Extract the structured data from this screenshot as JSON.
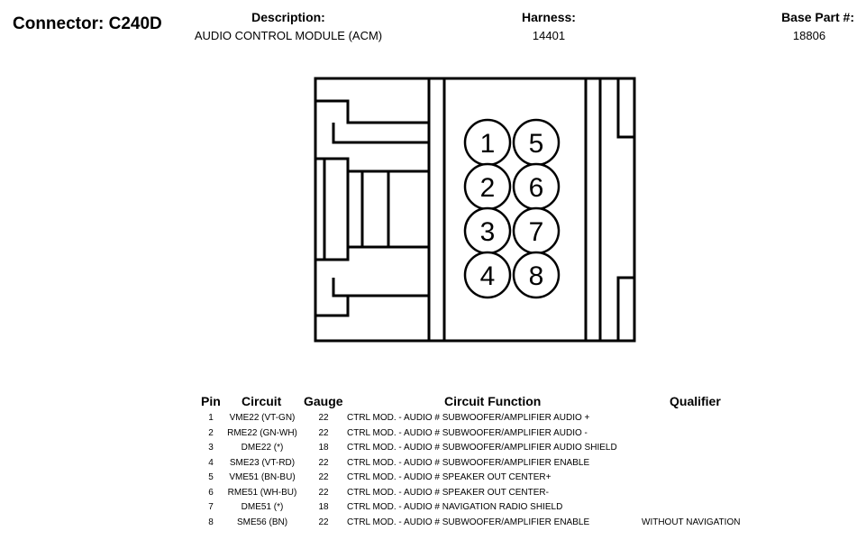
{
  "header": {
    "connector_label": "Connector: C240D",
    "description_label": "Description:",
    "description_value": "AUDIO CONTROL MODULE (ACM)",
    "harness_label": "Harness:",
    "harness_value": "14401",
    "base_part_label": "Base Part #:",
    "base_part_value": "18806"
  },
  "pins_diagram": [
    "1",
    "2",
    "3",
    "4",
    "5",
    "6",
    "7",
    "8"
  ],
  "table": {
    "headers": {
      "pin": "Pin",
      "circuit": "Circuit",
      "gauge": "Gauge",
      "function": "Circuit Function",
      "qualifier": "Qualifier"
    },
    "rows": [
      {
        "pin": "1",
        "circuit": "VME22 (VT-GN)",
        "gauge": "22",
        "function": "CTRL MOD. - AUDIO # SUBWOOFER/AMPLIFIER AUDIO +",
        "qualifier": ""
      },
      {
        "pin": "2",
        "circuit": "RME22 (GN-WH)",
        "gauge": "22",
        "function": "CTRL MOD. - AUDIO # SUBWOOFER/AMPLIFIER AUDIO -",
        "qualifier": ""
      },
      {
        "pin": "3",
        "circuit": "DME22 (*)",
        "gauge": "18",
        "function": "CTRL MOD. - AUDIO # SUBWOOFER/AMPLIFIER AUDIO SHIELD",
        "qualifier": ""
      },
      {
        "pin": "4",
        "circuit": "SME23 (VT-RD)",
        "gauge": "22",
        "function": "CTRL MOD. - AUDIO # SUBWOOFER/AMPLIFIER ENABLE",
        "qualifier": ""
      },
      {
        "pin": "5",
        "circuit": "VME51 (BN-BU)",
        "gauge": "22",
        "function": "CTRL MOD. - AUDIO # SPEAKER OUT CENTER+",
        "qualifier": ""
      },
      {
        "pin": "6",
        "circuit": "RME51 (WH-BU)",
        "gauge": "22",
        "function": "CTRL MOD. - AUDIO # SPEAKER OUT CENTER-",
        "qualifier": ""
      },
      {
        "pin": "7",
        "circuit": "DME51 (*)",
        "gauge": "18",
        "function": "CTRL MOD. - AUDIO # NAVIGATION RADIO SHIELD",
        "qualifier": ""
      },
      {
        "pin": "8",
        "circuit": "SME56 (BN)",
        "gauge": "22",
        "function": "CTRL MOD. - AUDIO # SUBWOOFER/AMPLIFIER ENABLE",
        "qualifier": "WITHOUT NAVIGATION"
      }
    ]
  }
}
